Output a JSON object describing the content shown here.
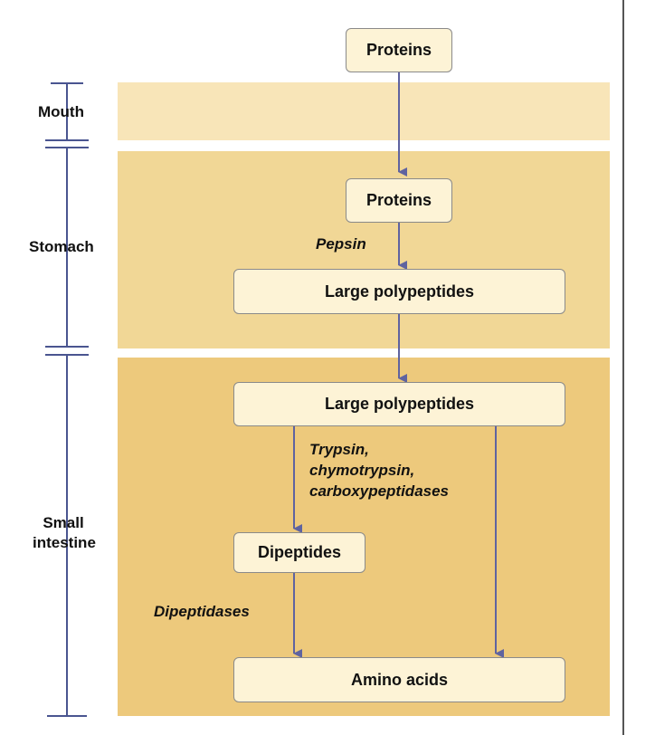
{
  "regions": {
    "mouth": "Mouth",
    "stomach": "Stomach",
    "small_intestine_line1": "Small",
    "small_intestine_line2": "intestine"
  },
  "boxes": {
    "proteins_top": "Proteins",
    "proteins_stomach": "Proteins",
    "large_polypeptides_stomach": "Large polypeptides",
    "large_polypeptides_intestine": "Large polypeptides",
    "dipeptides": "Dipeptides",
    "amino_acids": "Amino acids"
  },
  "enzymes": {
    "pepsin": "Pepsin",
    "trypsin_line1": "Trypsin,",
    "trypsin_line2": "chymotrypsin,",
    "trypsin_line3": "carboxypeptidases",
    "dipeptidases": "Dipeptidases"
  },
  "colors": {
    "mouth_band": "#f8e5b8",
    "stomach_band": "#f1d796",
    "small_intestine_band": "#edc97c",
    "box_fill": "#fdf3d6",
    "arrow": "#6a6fa8",
    "bracket": "#4a5590"
  }
}
